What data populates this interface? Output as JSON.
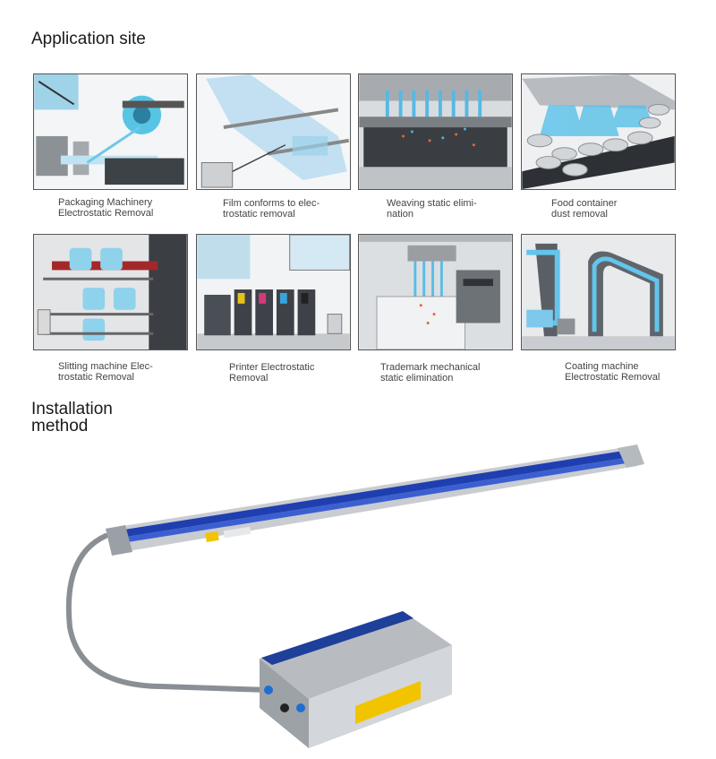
{
  "application": {
    "title": "Application site",
    "items": [
      {
        "caption": "Packaging Machinery\nElectrostatic Removal",
        "icon": "packaging-machinery-illustration"
      },
      {
        "caption": "Film conforms to elec-\ntrostatic removal",
        "icon": "film-conveyor-illustration"
      },
      {
        "caption": "Weaving static elimi-\nnation",
        "icon": "weaving-machine-illustration"
      },
      {
        "caption": "Food container\ndust removal",
        "icon": "food-container-illustration"
      },
      {
        "caption": "Slitting machine Elec-\ntrostatic Removal",
        "icon": "slitting-machine-illustration"
      },
      {
        "caption": "Printer Electrostatic\nRemoval",
        "icon": "printer-illustration"
      },
      {
        "caption": "Trademark mechanical\nstatic elimination",
        "icon": "trademark-machine-illustration"
      },
      {
        "caption": "Coating machine\nElectrostatic Removal",
        "icon": "coating-machine-illustration"
      }
    ]
  },
  "installation": {
    "title": "Installation\nmethod",
    "icon": "ionizing-bar-with-power-supply",
    "colors": {
      "bar_blue": "#1f3fb0",
      "box_blue": "#1e3f9a",
      "body_grey": "#c9ccd0",
      "cable_grey": "#8a8f95",
      "warning_yellow": "#f2c400"
    }
  }
}
